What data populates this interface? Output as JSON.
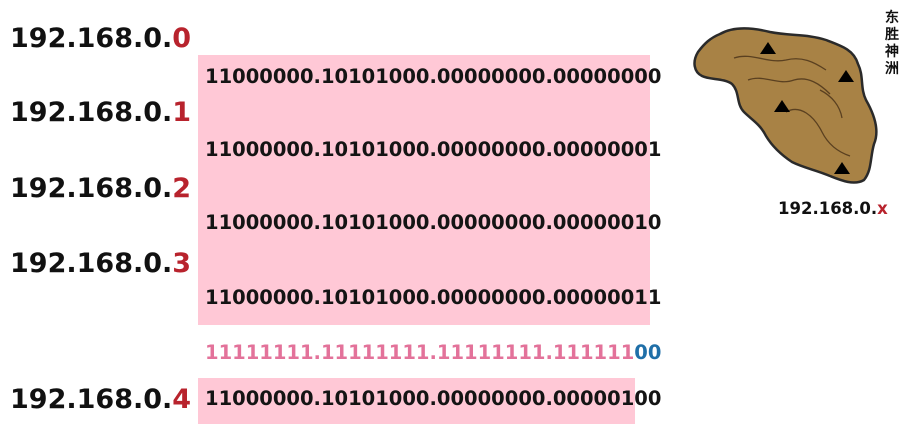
{
  "ip_list": [
    {
      "prefix": "192.168.0.",
      "last": "0"
    },
    {
      "prefix": "192.168.0.",
      "last": "1"
    },
    {
      "prefix": "192.168.0.",
      "last": "2"
    },
    {
      "prefix": "192.168.0.",
      "last": "3"
    },
    {
      "prefix": "192.168.0.",
      "last": "4"
    }
  ],
  "binary": [
    "11000000.10101000.00000000.00000000",
    "11000000.10101000.00000000.00000001",
    "11000000.10101000.00000000.00000010",
    "11000000.10101000.00000000.00000011",
    "11000000.10101000.00000000.00000100"
  ],
  "mask": {
    "prefix": "11111111.11111111.11111111.111111",
    "suffix": "00"
  },
  "map": {
    "title": "东\n胜\n神\n洲",
    "label_prefix": "192.168.0.",
    "label_suffix": "x"
  },
  "colors": {
    "highlight": "#ffc8d6",
    "last_octet": "#b8232d",
    "mask_ones": "#e3729a",
    "mask_zeros": "#1f6fa8",
    "land": "#a88245"
  }
}
